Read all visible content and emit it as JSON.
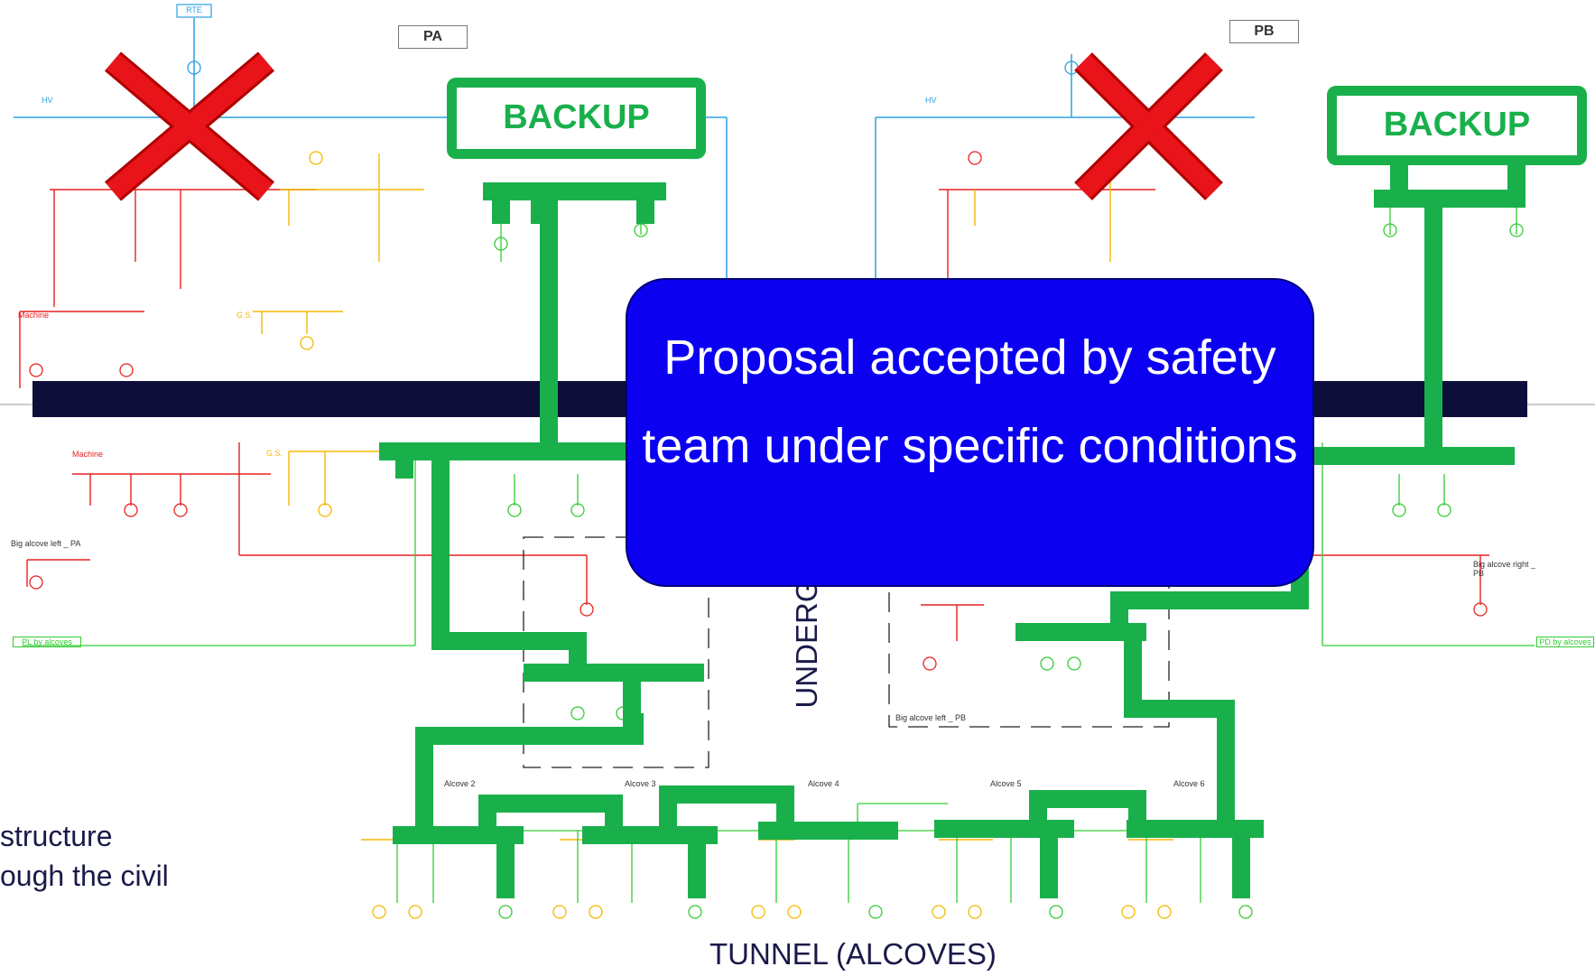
{
  "labels": {
    "rte": "RTE",
    "pa": "PA",
    "pb": "PB",
    "backup_left": "BACKUP",
    "backup_right": "BACKUP",
    "underground_surface": "UNDERGROUND SURFACE",
    "tunnel": "TUNNEL (ALCOVES)",
    "callout": "Proposal accepted by safety team under specific conditions",
    "side_text_line1": "structure",
    "side_text_line2": "ough the civil",
    "hv_left": "HV",
    "hv_right": "HV",
    "machine_top": "Machine",
    "machine_bottom": "Machine",
    "gs_top": "G.S.",
    "gs_bottom": "G.S.",
    "big_alcove_left_pa": "Big alcove left _ PA",
    "big_alcove_right_pb": "Big alcove right _ PB",
    "big_alcove_left_pb": "Big alcove left _ PB",
    "pl_alcoves": "PL by alcoves",
    "pd_alcoves": "PD by alcoves",
    "alcoves": [
      "Alcove 2",
      "Alcove 3",
      "Alcove 4",
      "Alcove 5",
      "Alcove 6"
    ]
  },
  "colors": {
    "backup_green": "#19b04b",
    "callout_blue": "#0b00f0",
    "cross_red": "#e8141a",
    "separator_navy": "#0e0e3a",
    "hv_blue": "#2aa0e0",
    "red_circuit": "#e82020",
    "yellow_circuit": "#f5b800",
    "green_circuit": "#33cc33"
  }
}
